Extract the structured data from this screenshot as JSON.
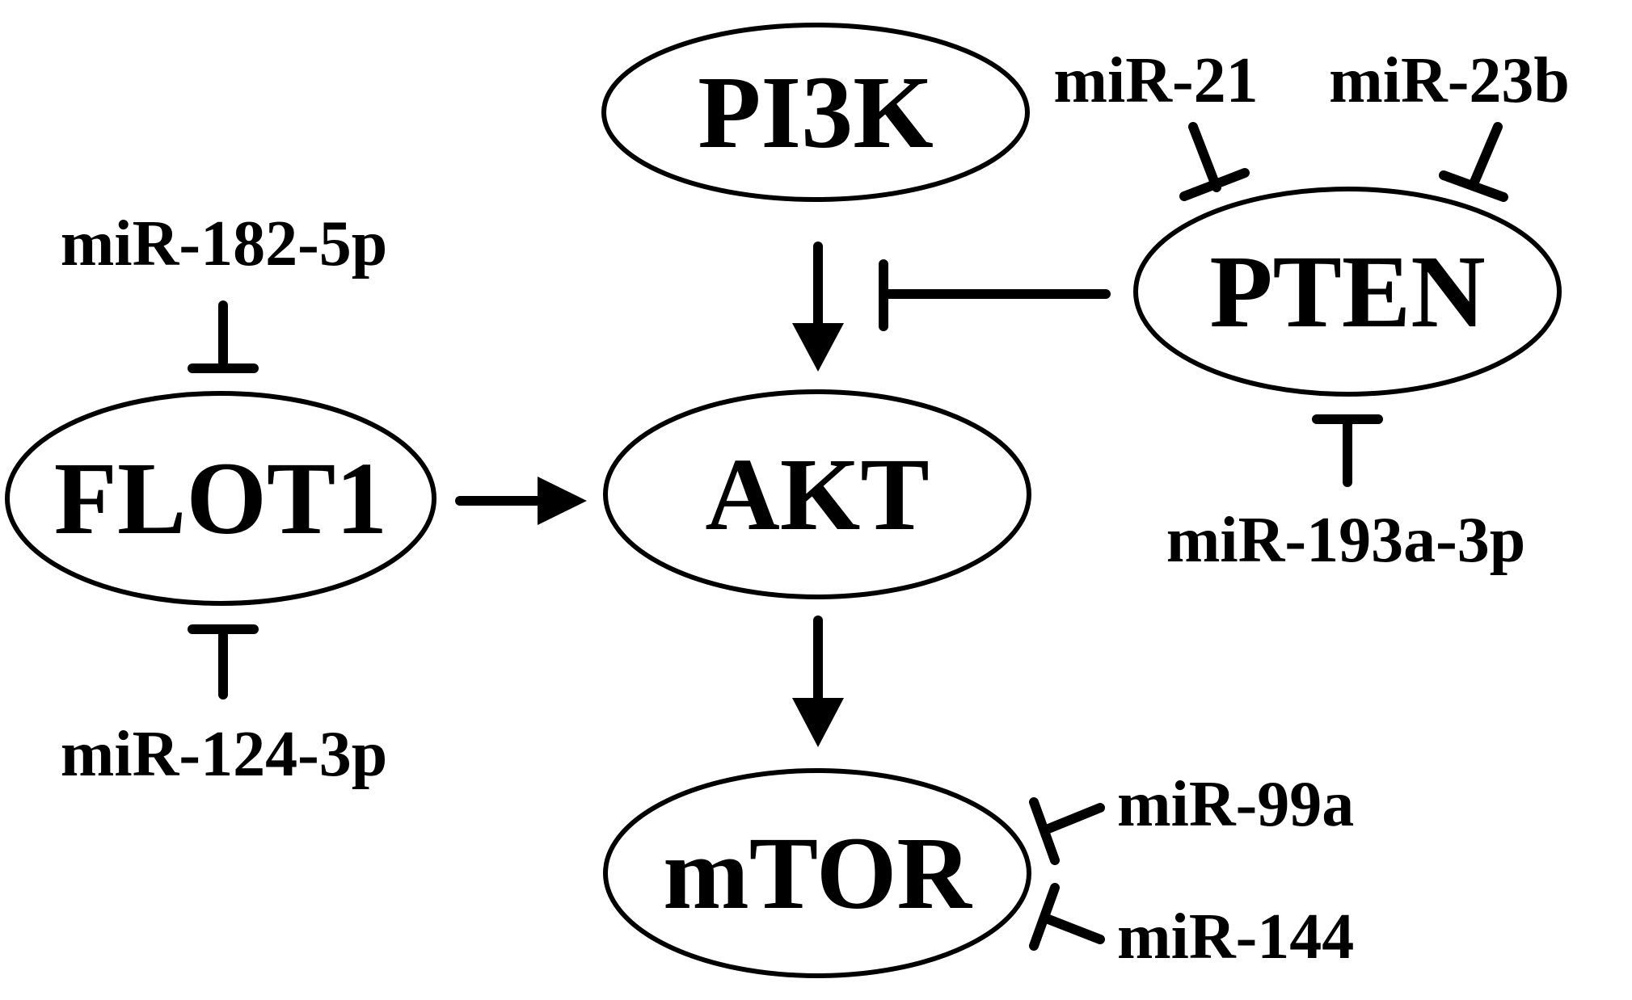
{
  "nodes": {
    "pi3k": "PI3K",
    "pten": "PTEN",
    "flot1": "FLOT1",
    "akt": "AKT",
    "mtor": "mTOR"
  },
  "mirnas": {
    "mir_21": "miR-21",
    "mir_23b": "miR-23b",
    "mir_182_5p": "miR-182-5p",
    "mir_124_3p": "miR-124-3p",
    "mir_193a_3p": "miR-193a-3p",
    "mir_99a": "miR-99a",
    "mir_144": "miR-144"
  },
  "edges": [
    {
      "from": "PI3K",
      "to": "AKT",
      "type": "activation"
    },
    {
      "from": "FLOT1",
      "to": "AKT",
      "type": "activation"
    },
    {
      "from": "AKT",
      "to": "mTOR",
      "type": "activation"
    },
    {
      "from": "PTEN",
      "to": "AKT",
      "type": "inhibition"
    },
    {
      "from": "miR-21",
      "to": "PTEN",
      "type": "inhibition"
    },
    {
      "from": "miR-23b",
      "to": "PTEN",
      "type": "inhibition"
    },
    {
      "from": "miR-193a-3p",
      "to": "PTEN",
      "type": "inhibition"
    },
    {
      "from": "miR-182-5p",
      "to": "FLOT1",
      "type": "inhibition"
    },
    {
      "from": "miR-124-3p",
      "to": "FLOT1",
      "type": "inhibition"
    },
    {
      "from": "miR-99a",
      "to": "mTOR",
      "type": "inhibition"
    },
    {
      "from": "miR-144",
      "to": "mTOR",
      "type": "inhibition"
    }
  ],
  "colors": {
    "stroke": "#000000",
    "background": "#ffffff"
  }
}
